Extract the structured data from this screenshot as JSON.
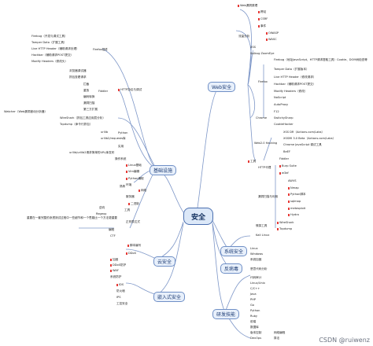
{
  "center": "安全",
  "branches": {
    "web": "Web安全",
    "basic": "基础设施",
    "system": "系统安全",
    "antivirus": "反病毒",
    "cloud": "云安全",
    "intrusion": "嵌入式安全",
    "research": "研发技能"
  },
  "web_items": {
    "top": [
      "Web漏洞原理",
      "跨站",
      "CSRF",
      "事件",
      "OWASP",
      "WASC",
      "流量分析"
    ],
    "xss": [
      "XSS",
      "Sqlbug ZoomEye"
    ],
    "firefox": [
      "Firefox",
      "Firebug（地址JavaScript、HTTP请求提取工具）Cookie、DOM树检查等",
      "Tamper Data（扩展版本）",
      "Live HTTP Header（修改请求）",
      "Hackbar（辅助请求POST提交）",
      "Modify Headers（修改）",
      "NoScript",
      "AutoProxy"
    ],
    "chrome": [
      "Chrome",
      "F12",
      "SwitchySharp",
      "CookieHacker"
    ],
    "hacking": [
      "Web2.0 Hacking",
      "XSS DR（Actions.com/Labs）",
      "XSSMI 3.0 Beta（Actions.com/Labs）",
      "Chrome JavaScript 调试工具"
    ],
    "misc": [
      "BeEF",
      "Fiddler",
      "Burp Suite",
      "w3af",
      "webscarab"
    ],
    "proxy": [
      "HTTP代理",
      "漏洞扫描与利用"
    ],
    "scanners": [
      "AWVS",
      "Nmap",
      "Python脚本",
      "sqlmap",
      "metasploit",
      "Hydra"
    ],
    "tools": [
      "工具",
      "嗅探工具",
      "WireShark",
      "Tcpdump",
      "Kali Linux"
    ]
  },
  "left_items": {
    "ff": [
      "Firefox插件",
      "Firebug（开发与调试工具）",
      "Tamper Data（扩展工具）",
      "Live HTTP Header（辅助请求处理）",
      "Hackbar（辅助请求POST提交）",
      "Modify Headers（修改头）"
    ],
    "http": [
      "HTTP协议与调试",
      "浏览器调试器",
      "抓包查看请求"
    ],
    "burp": [
      "Fiddler",
      "拦截",
      "重放",
      "编码转换",
      "漏洞扫描",
      "第三方扩展"
    ],
    "ws": [
      "Watcher（Web漏洞被动分析器）",
      "WireShark（抓包工具应用层分析）",
      "Tcpdump（命令行抓包）"
    ],
    "url": [
      "urllib",
      "Python",
      "urllib2/requests库",
      "实用",
      "urllib/urllib2请求简单的URL库发布"
    ],
    "os": [
      "操作系统",
      "Linux基础",
      "Vim编辑",
      "Python编程",
      "环境"
    ],
    "infra": [
      "熟练",
      "网络",
      "服务器",
      "二进制",
      "逆向",
      "Regexp",
      "工具",
      "正则表达式",
      "编程",
      "CTF",
      "脚本编写"
    ],
    "longline": "重要在一套完整的渗透测试过程中一些细节和一个思路比一个方法更重要",
    "cloud": [
      "DDoS",
      "加固",
      "DDoS防护",
      "WAF",
      "系统防护"
    ],
    "ids": [
      "IDS",
      "防火墙",
      "IPS",
      "工控安全"
    ]
  },
  "right_bottom": {
    "sys": [
      "Linux",
      "Windows",
      "系统加固"
    ],
    "av": [
      "恶意代码分析"
    ],
    "dev": [
      "代码审计",
      "Linux/Unix",
      "C/C++",
      "Java",
      "PHP",
      "Go",
      "Python",
      "Ruby",
      "前端",
      "数据库",
      "版本控制",
      "DevOps",
      "网络编程",
      "算法"
    ]
  },
  "watermark": "CSDN @ruiwenz",
  "colors": {
    "line": "#7e97c8",
    "accent": "#e53935",
    "branch_bg": "#e8f0fb",
    "branch_border": "#6f8fc6"
  }
}
